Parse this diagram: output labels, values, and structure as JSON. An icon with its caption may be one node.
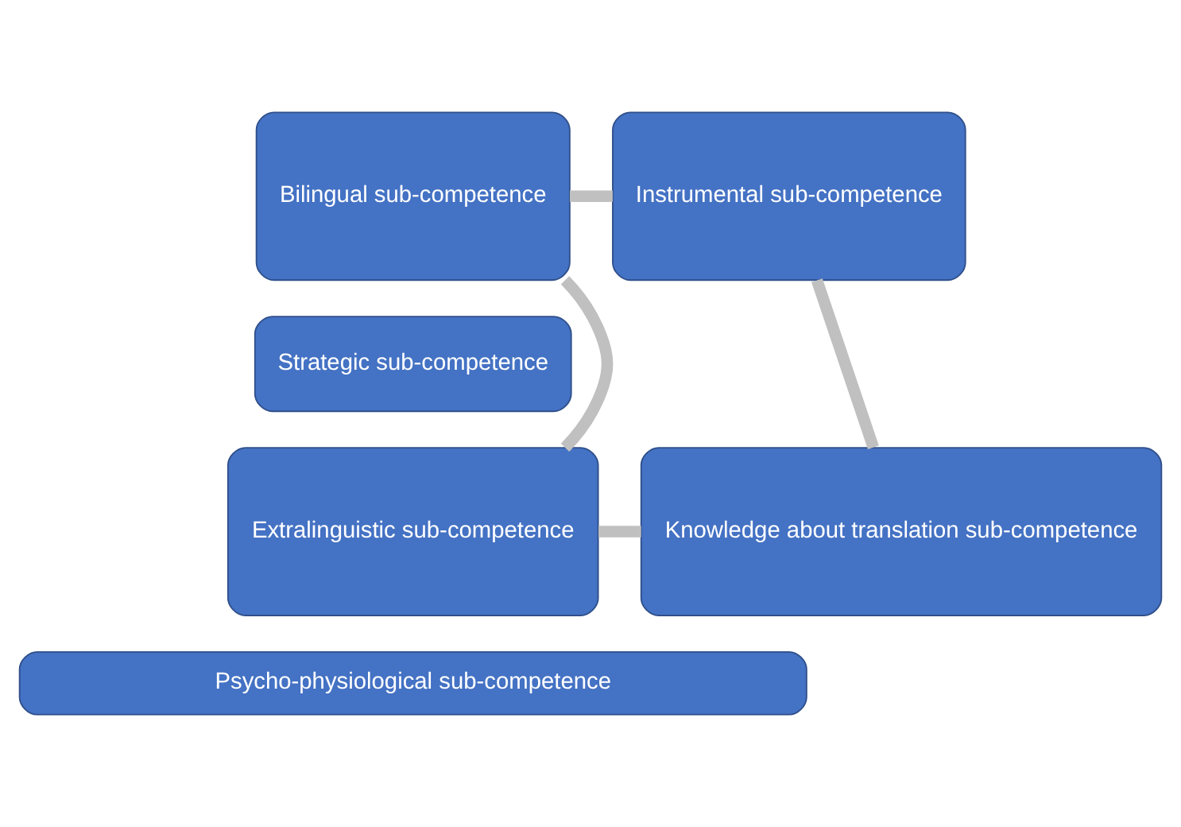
{
  "diagram": {
    "nodes": [
      {
        "text": [
          "Bilingual sub-competence"
        ]
      },
      {
        "text": [
          "Instrumental sub-competence"
        ]
      },
      {
        "text": [
          "Strategic sub-competence"
        ]
      },
      {
        "text": [
          "Extralinguistic sub-competence"
        ]
      },
      {
        "text": [
          "Knowledge about translation sub-competence"
        ]
      },
      {
        "text": [
          "Psycho-physiological sub-competence"
        ]
      }
    ],
    "edges": [
      {
        "from": 0,
        "to": 1,
        "arrow": "none"
      },
      {
        "from": 1,
        "to": 4,
        "arrow": "none"
      },
      {
        "from": 3,
        "to": 4,
        "arrow": "none"
      },
      {
        "from": 0,
        "to": 3,
        "arrow": "none"
      }
    ]
  }
}
